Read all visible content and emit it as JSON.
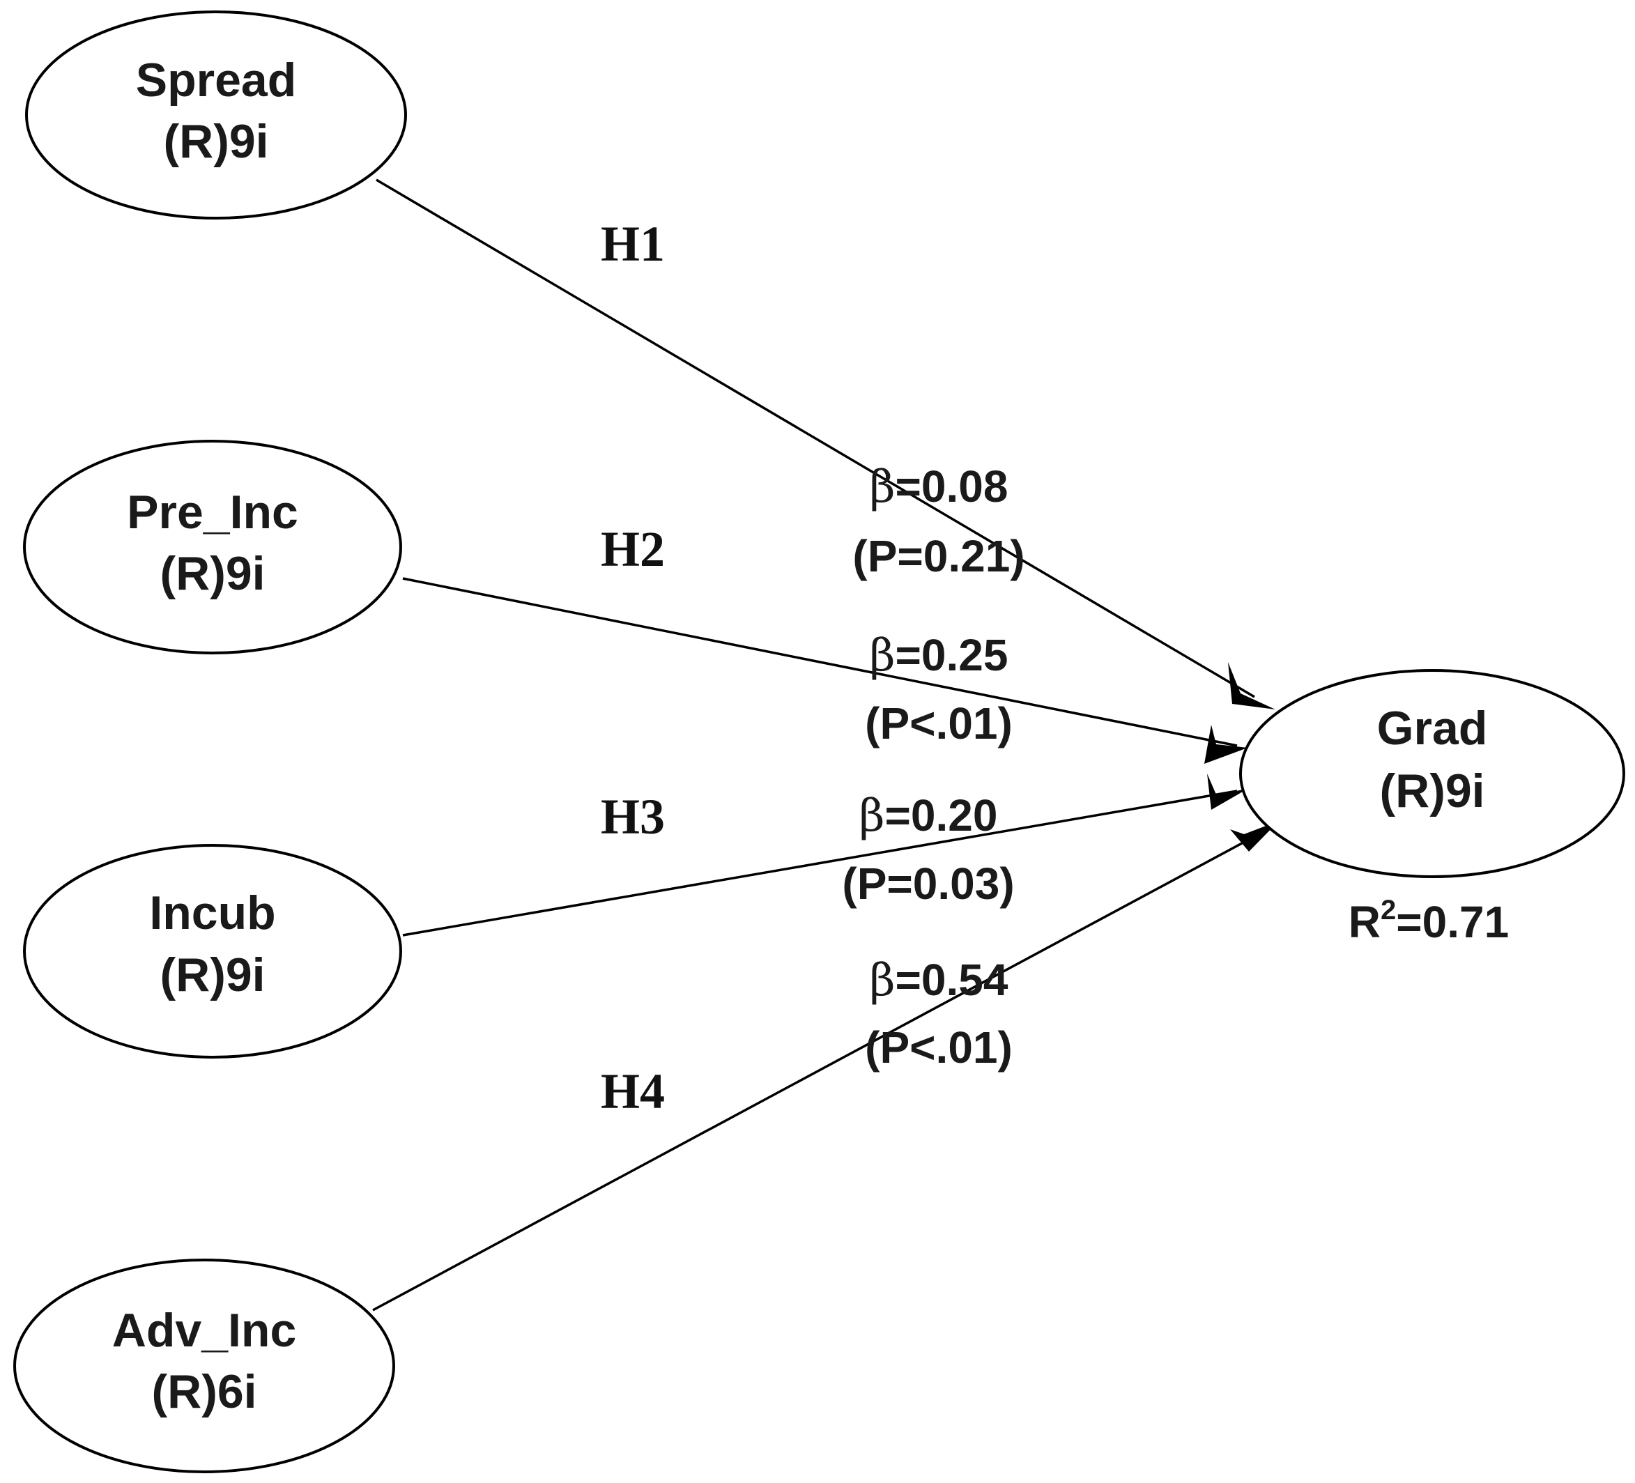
{
  "nodes": [
    {
      "id": "spread",
      "name": "Spread",
      "indicators": "(R)9i"
    },
    {
      "id": "pre_inc",
      "name": "Pre_Inc",
      "indicators": "(R)9i"
    },
    {
      "id": "incub",
      "name": "Incub",
      "indicators": "(R)9i"
    },
    {
      "id": "adv_inc",
      "name": "Adv_Inc",
      "indicators": "(R)6i"
    },
    {
      "id": "grad",
      "name": "Grad",
      "indicators": "(R)9i"
    }
  ],
  "paths": [
    {
      "hypothesis": "H1",
      "from": "spread",
      "to": "grad",
      "beta_value": "=0.08",
      "p_text": "(P=0.21)"
    },
    {
      "hypothesis": "H2",
      "from": "pre_inc",
      "to": "grad",
      "beta_value": "=0.25",
      "p_text": "(P<.01)"
    },
    {
      "hypothesis": "H3",
      "from": "incub",
      "to": "grad",
      "beta_value": "=0.20",
      "p_text": "(P=0.03)"
    },
    {
      "hypothesis": "H4",
      "from": "adv_inc",
      "to": "grad",
      "beta_value": "=0.54",
      "p_text": "(P<.01)"
    }
  ],
  "beta_symbol": "β",
  "outcome": {
    "r_letter": "R",
    "r_superscript": "2",
    "r_value": "=0.71"
  }
}
